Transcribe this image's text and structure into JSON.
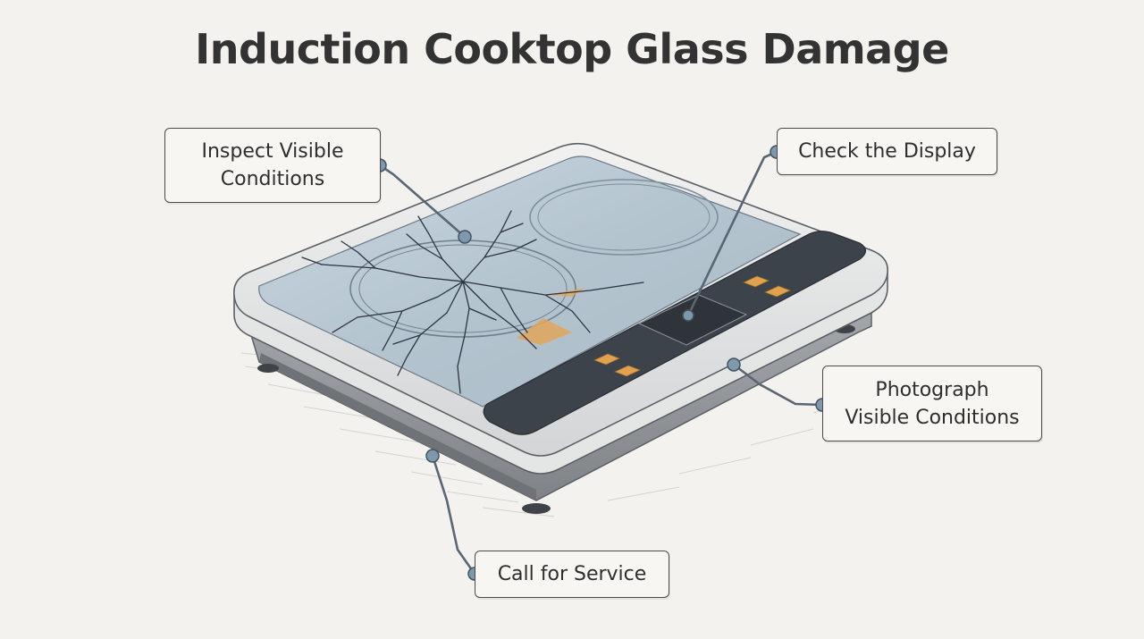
{
  "title": "Induction Cooktop Glass Damage",
  "callouts": {
    "inspect": {
      "line1": "Inspect Visible",
      "line2": "Conditions"
    },
    "display": {
      "label": "Check the Display"
    },
    "photograph": {
      "line1": "Photograph",
      "line2": "Visible Conditions"
    },
    "service": {
      "label": "Call for Service"
    }
  },
  "colors": {
    "background": "#f3f2ee",
    "glass": "#b7c6d2",
    "control_panel": "#3d434b",
    "button_accent": "#e0a24f",
    "leader_line": "#5a6675",
    "leader_dot": "#7e98ad"
  }
}
